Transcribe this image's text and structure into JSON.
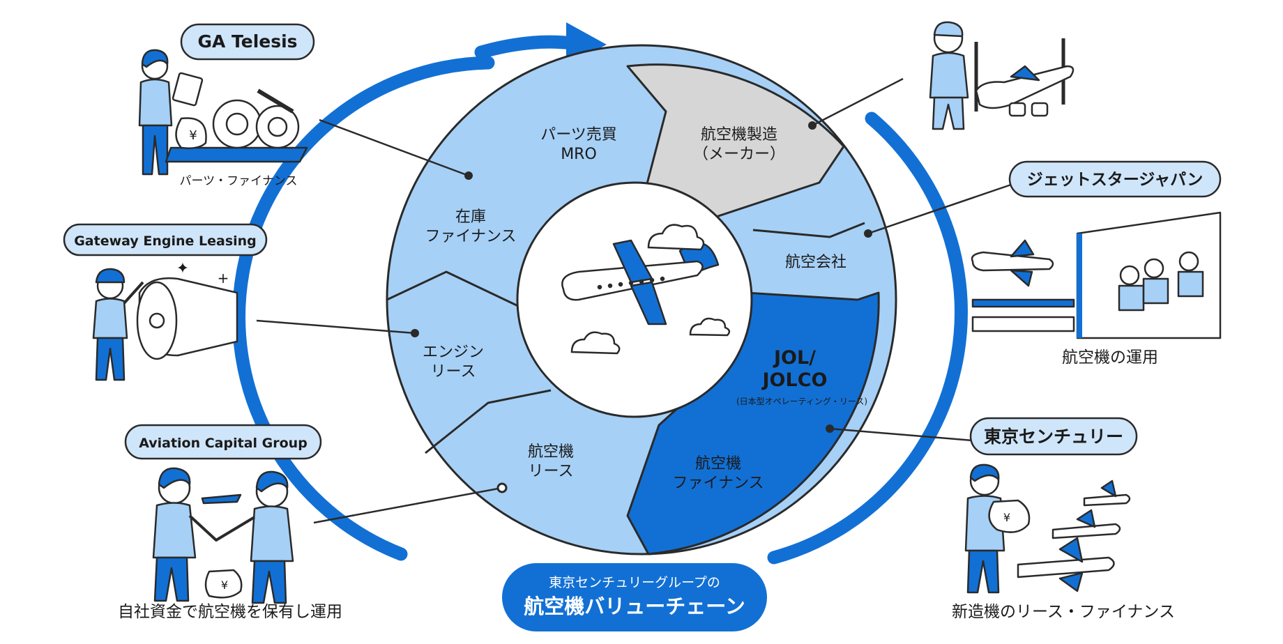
{
  "colors": {
    "primary_blue": "#1270d4",
    "light_blue": "#a6d0f6",
    "gray": "#d6d6d6",
    "outline": "#2a2a2a",
    "pill_fill": "#cfe5fa"
  },
  "center_banner": {
    "line1": "東京センチュリーグループの",
    "line2": "航空機バリューチェーン"
  },
  "segments": {
    "parts_trading": [
      "パーツ売買",
      "MRO"
    ],
    "manufacturing": [
      "航空機製造",
      "（メーカー）"
    ],
    "inventory_finance": [
      "在庫",
      "ファイナンス"
    ],
    "airline": [
      "航空会社"
    ],
    "engine_lease": [
      "エンジン",
      "リース"
    ],
    "jol": [
      "JOL/",
      "JOLCO"
    ],
    "jol_note": "(日本型オペレーティング・リース)",
    "aircraft_lease": [
      "航空機",
      "リース"
    ],
    "aircraft_finance": [
      "航空機",
      "ファイナンス"
    ]
  },
  "companies": {
    "ga_telesis": "GA Telesis",
    "gateway": "Gateway Engine Leasing",
    "acg": "Aviation Capital Group",
    "jetstar": "ジェットスタージャパン",
    "tokyo_century": "東京センチュリー"
  },
  "captions": {
    "parts_finance": "パーツ・ファイナンス",
    "own_fund": "自社資金で航空機を保有し運用",
    "aircraft_operation": "航空機の運用",
    "new_aircraft": "新造機のリース・ファイナンス"
  },
  "icons": {
    "yen": "¥",
    "sparkle": "✦",
    "plus": "+"
  }
}
